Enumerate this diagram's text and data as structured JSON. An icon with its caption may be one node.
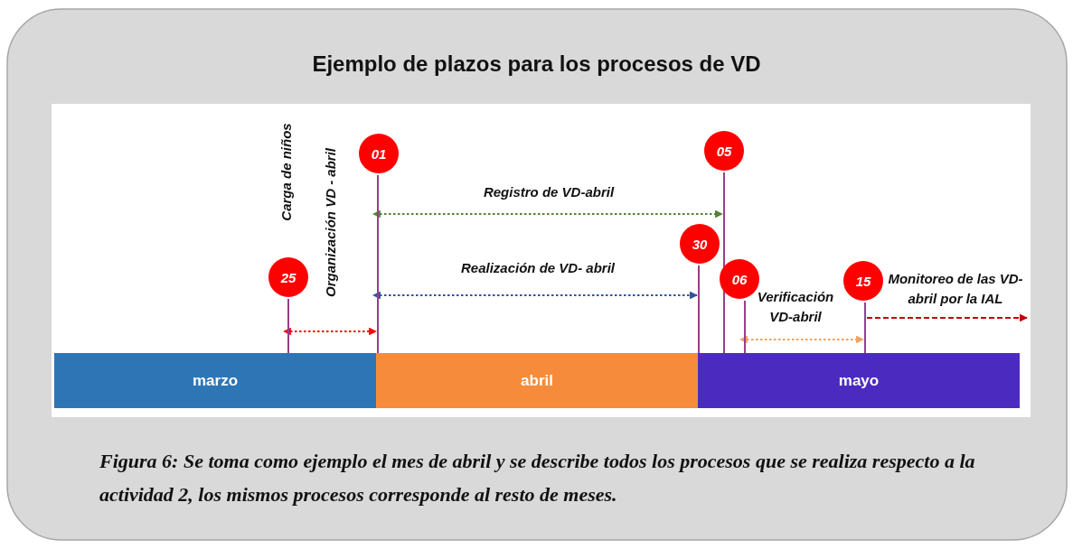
{
  "diagram": {
    "title": "Ejemplo de plazos para los procesos de VD",
    "caption": "Figura 6: Se toma como ejemplo el mes de abril y se describe todos los procesos que se realiza respecto a la actividad 2, los mismos procesos corresponde al resto de meses.",
    "nodes": [
      {
        "text": [
          "25"
        ]
      },
      {
        "text": [
          "01"
        ]
      },
      {
        "text": [
          "30"
        ]
      },
      {
        "text": [
          "05"
        ]
      },
      {
        "text": [
          "06"
        ]
      },
      {
        "text": [
          "15"
        ]
      },
      {
        "text": [
          "marzo"
        ]
      },
      {
        "text": [
          "abril"
        ]
      },
      {
        "text": [
          "mayo"
        ]
      }
    ],
    "edges": [
      {
        "from": 0,
        "to": 1,
        "arrow": "both",
        "style": "dashed",
        "color": "#ff0000"
      },
      {
        "from": 1,
        "to": 3,
        "arrow": "both",
        "label": "Registro de VD-abril",
        "style": "dashed",
        "color": "#548235"
      },
      {
        "from": 1,
        "to": 2,
        "arrow": "both",
        "label": "Realización de VD- abril",
        "style": "dashed",
        "color": "#2f5597"
      },
      {
        "from": 4,
        "to": 5,
        "arrow": "both",
        "label": "Verificación VD-abril",
        "style": "dashed",
        "color": "#f4a15d"
      },
      {
        "from": 5,
        "to": null,
        "arrow": "to",
        "label": "Monitoreo de las VD-abril por la IAL",
        "style": "dashed",
        "color": "#c00000"
      }
    ],
    "labels": [
      "Carga de niños",
      "Organización VD - abril"
    ]
  }
}
